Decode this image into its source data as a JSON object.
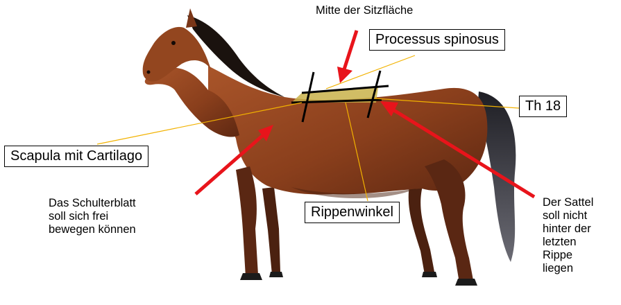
{
  "labels": {
    "mitte": "Mitte der Sitzfläche",
    "processus": "Processus spinosus",
    "th18": "Th 18",
    "scapula": "Scapula mit Cartilago",
    "rippenwinkel": "Rippenwinkel",
    "schulter": [
      "Das Schulterblatt",
      "soll sich frei",
      "bewegen können"
    ],
    "sattel": [
      "Der Sattel",
      "soll nicht",
      "hinter der",
      "letzten",
      "Rippe",
      "liegen"
    ]
  },
  "colors": {
    "arrow": "#e8141b",
    "leader": "#f2b200",
    "saddle_zone": "#c9b24a",
    "coat": "#8a3f1c",
    "mane": "#1a120e",
    "tail": "#2a2a30"
  }
}
